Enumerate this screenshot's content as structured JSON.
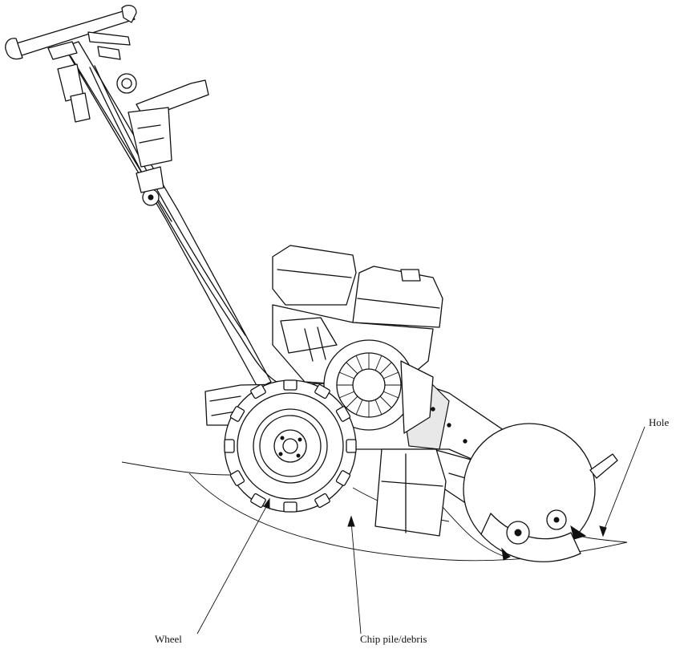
{
  "labels": {
    "hole": "Hole",
    "wheel": "Wheel",
    "chip_pile": "Chip pile/debris"
  },
  "colors": {
    "line": "#111111",
    "background": "#ffffff"
  }
}
